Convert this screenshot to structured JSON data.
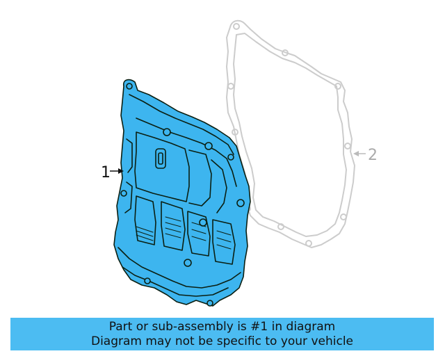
{
  "diagram": {
    "callouts": [
      {
        "number": "1"
      },
      {
        "number": "2"
      }
    ]
  },
  "banner": {
    "line1": "Part or sub-assembly is #1 in diagram",
    "line2": "Diagram may not be specific to your vehicle"
  },
  "colors": {
    "highlight_fill": "#3db5ef",
    "outline": "#0b1f12",
    "ghost_outline": "#cccccc",
    "banner_background": "#4cbcf2"
  }
}
